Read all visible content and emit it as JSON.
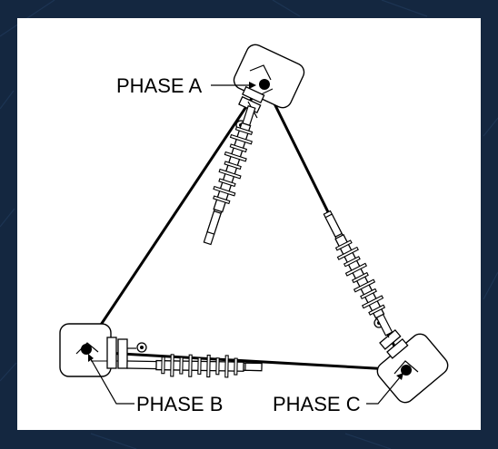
{
  "colors": {
    "frame": "#142740",
    "frame_stripe": "#1e3553",
    "panel": "#ffffff",
    "line": "#000000",
    "insulator": "#ffffff",
    "component_shade": "#d8d8d8"
  },
  "labels": {
    "phase_a": "PHASE A",
    "phase_b": "PHASE B",
    "phase_c": "PHASE C"
  }
}
